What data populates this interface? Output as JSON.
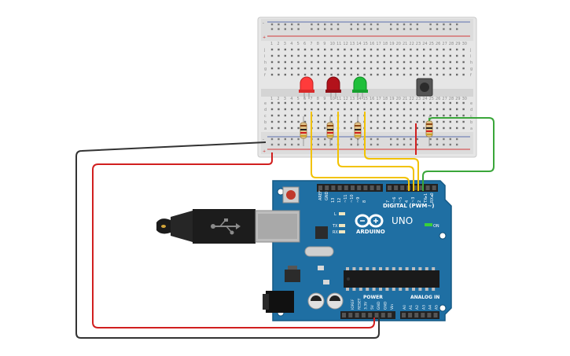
{
  "board": {
    "brand": "ARDUINO",
    "model": "UNO",
    "digital_header": "DIGITAL (PWM~)",
    "power_header": "POWER",
    "analog_header": "ANALOG IN",
    "led_l": "L",
    "led_tx": "TX",
    "led_rx": "RX",
    "led_on": "ON",
    "aref": "AREF",
    "gnd": "GND",
    "digital_pins": [
      "13",
      "12",
      "~11",
      "~10",
      "~9",
      "8",
      "7",
      "~6",
      "~5",
      "4",
      "~3",
      "2",
      "TX▸1",
      "RX◂0"
    ],
    "power_pins": [
      "IOREF",
      "RESET",
      "3.3V",
      "5V",
      "GND",
      "GND",
      "Vin"
    ],
    "analog_pins": [
      "A0",
      "A1",
      "A2",
      "A3",
      "A4",
      "A5"
    ]
  },
  "breadboard": {
    "row_letters_top": [
      "j",
      "i",
      "h",
      "g",
      "f"
    ],
    "row_letters_bottom": [
      "e",
      "d",
      "c",
      "b",
      "a"
    ],
    "column_numbers": [
      "1",
      "2",
      "3",
      "4",
      "5",
      "6",
      "7",
      "8",
      "9",
      "10",
      "11",
      "12",
      "13",
      "14",
      "15",
      "16",
      "17",
      "18",
      "19",
      "20",
      "21",
      "22",
      "23",
      "24",
      "25",
      "26",
      "27",
      "28",
      "29",
      "30"
    ],
    "rail_plus": "+",
    "rail_minus": "-"
  },
  "components": {
    "leds": [
      {
        "name": "led-red",
        "color": "#ff3b3b"
      },
      {
        "name": "led-darkred",
        "color": "#b3121b"
      },
      {
        "name": "led-green",
        "color": "#1fbf3a"
      }
    ],
    "resistor_count": 4,
    "button": "pushbutton"
  },
  "wires": {
    "signal_color": "#f2c200",
    "ground_color": "#333333",
    "power_color": "#d11f1f",
    "button_color": "#3aa63a"
  }
}
